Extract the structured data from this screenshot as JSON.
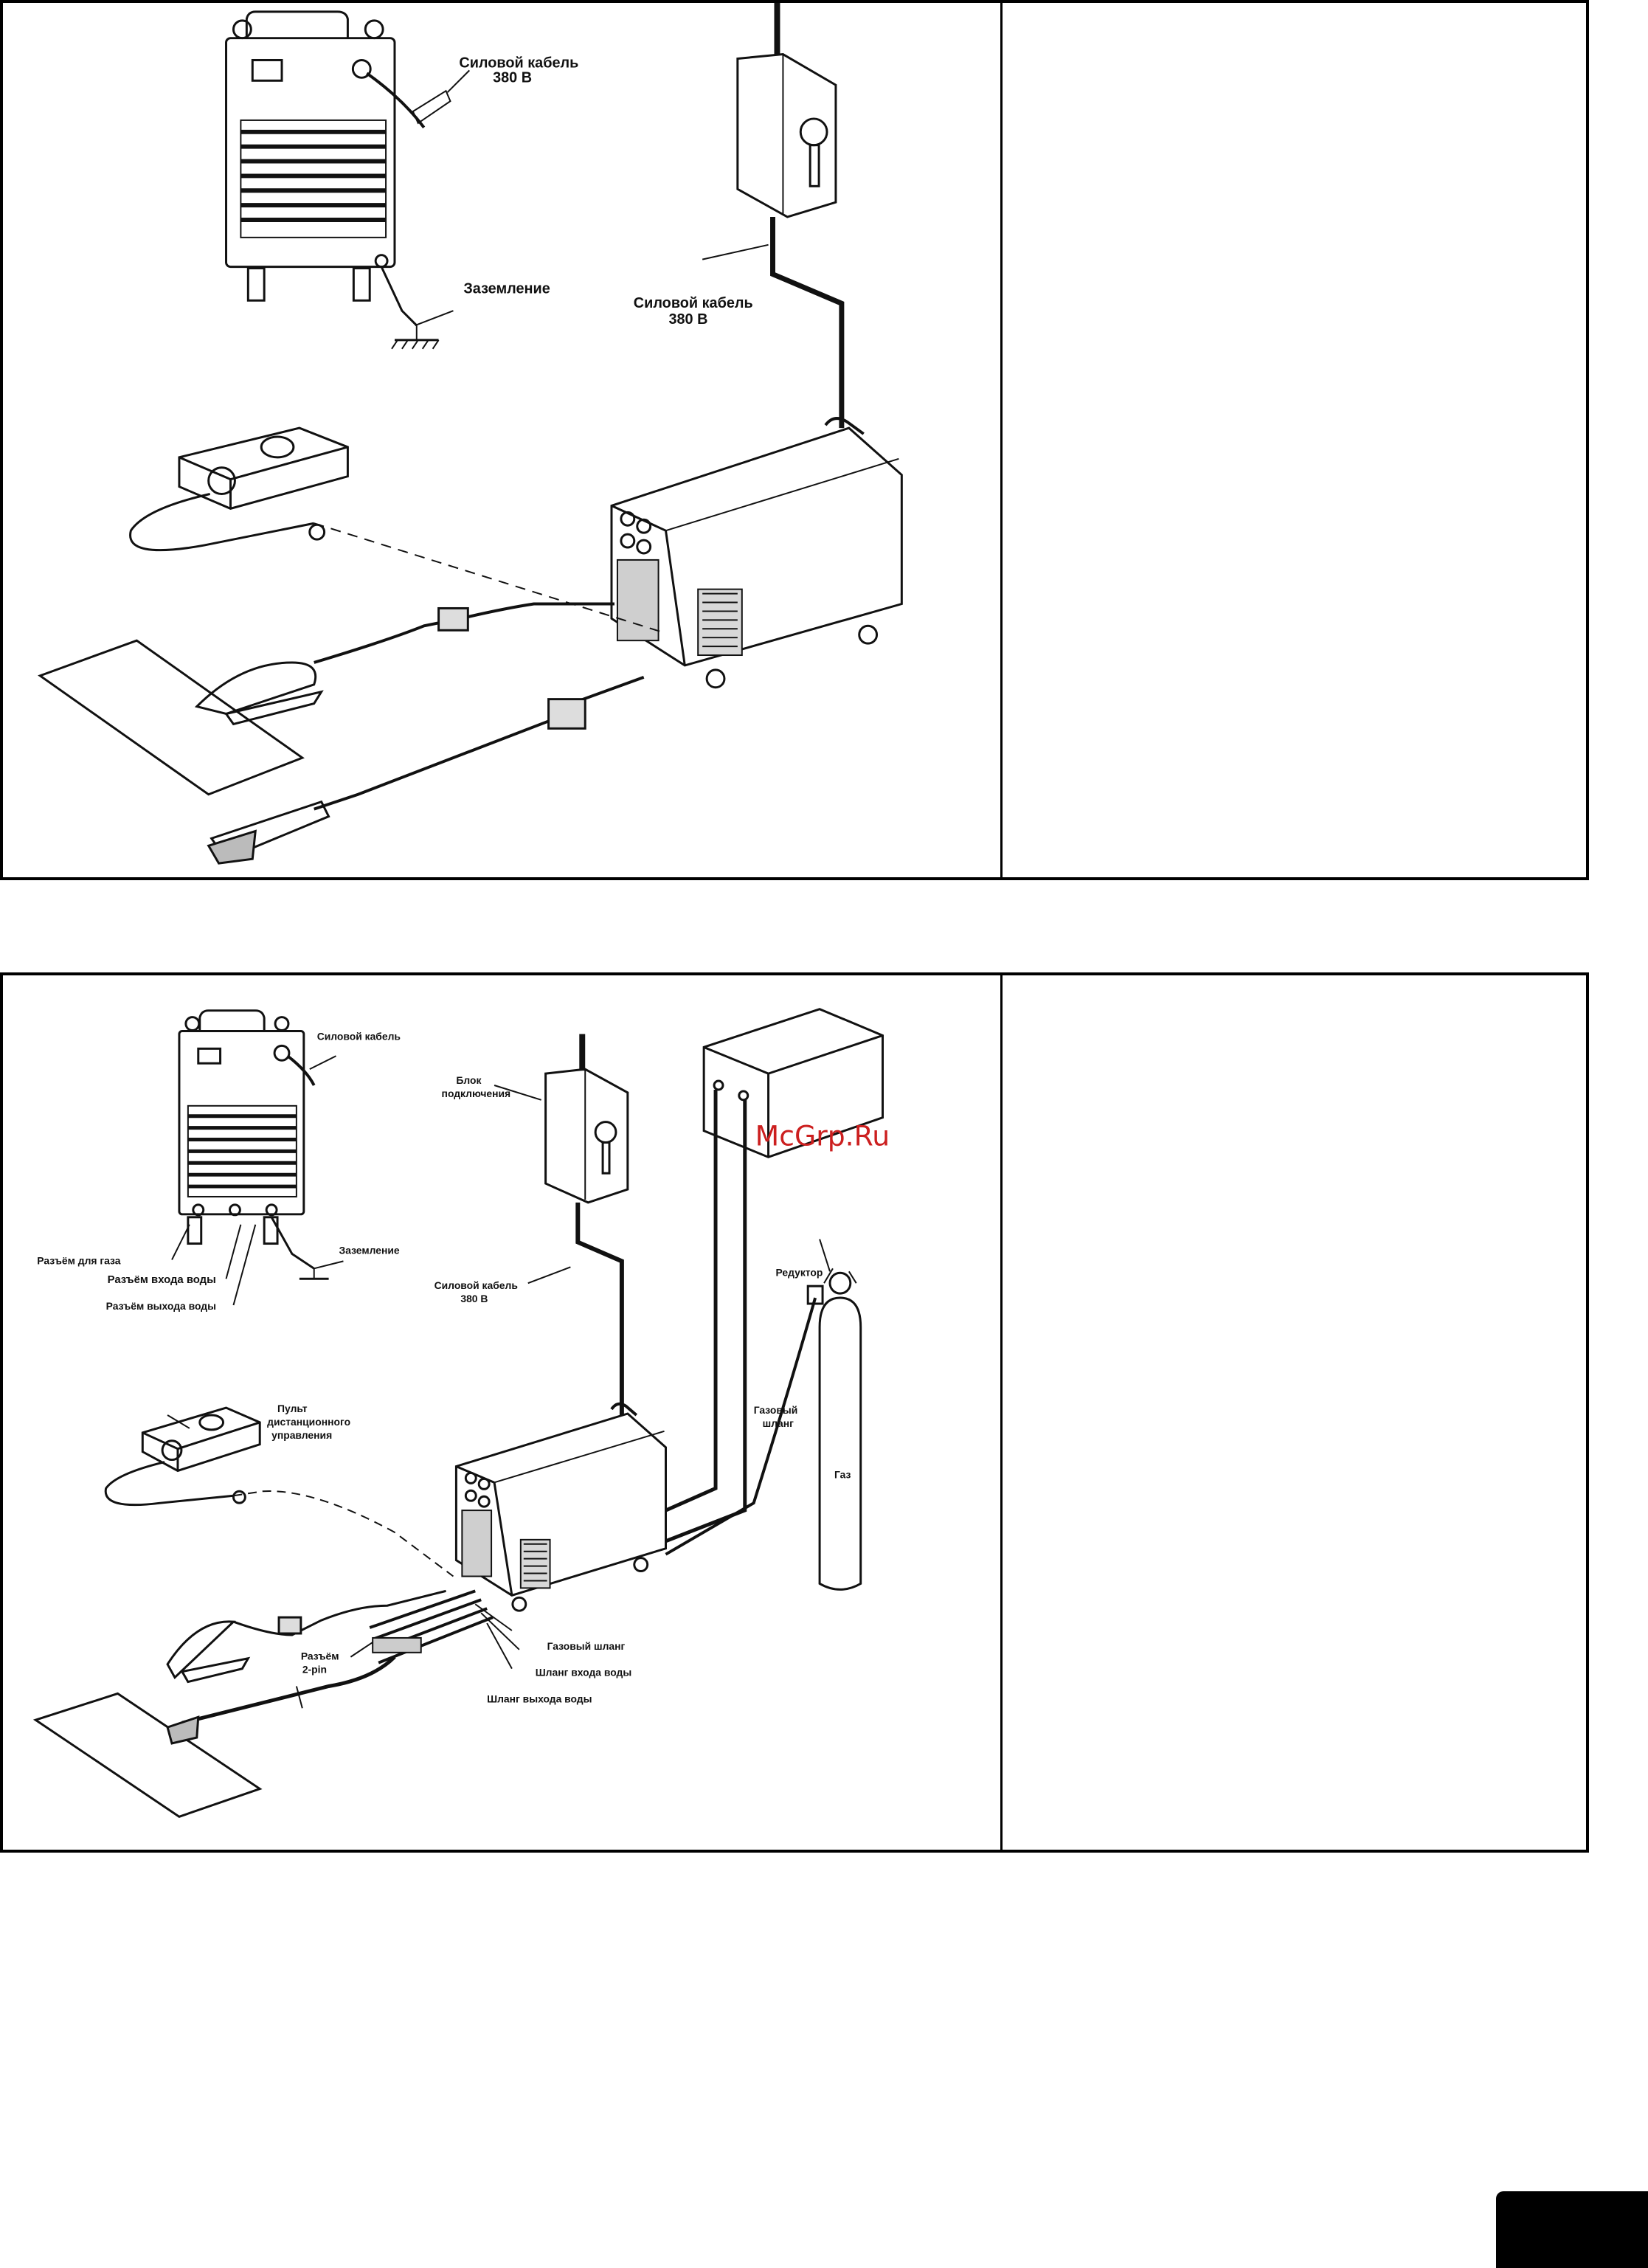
{
  "panel1": {
    "labels": {
      "power_cable_top": [
        "Силовой кабель",
        "380 В"
      ],
      "ground": "Заземление",
      "power_cable_mid": [
        "Силовой кабель",
        "380 В"
      ]
    }
  },
  "panel2": {
    "labels": {
      "power_cable": "Силовой кабель",
      "connection_block": [
        "Блок",
        "подключения"
      ],
      "gas_connector": "Разъём для газа",
      "water_in_connector": "Разъём входа воды",
      "water_out_connector": "Разъём выхода воды",
      "ground": "Заземление",
      "power_cable_380": [
        "Силовой кабель",
        "380 В"
      ],
      "reducer": "Редуктор",
      "remote": [
        "Пульт",
        "дистанционного",
        "управления"
      ],
      "gas_hose_right": [
        "Газовый",
        "шланг"
      ],
      "gas_cylinder": "Газ",
      "connector_2pin": [
        "Разъём",
        "2-pin"
      ],
      "gas_hose": "Газовый шланг",
      "water_in_hose": "Шланг входа воды",
      "water_out_hose": "Шланг выхода воды"
    },
    "watermark": "McGrp.Ru"
  }
}
